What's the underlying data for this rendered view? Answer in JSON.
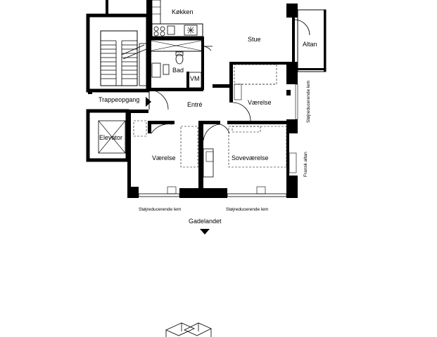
{
  "rooms": {
    "kitchen": "Køkken",
    "living": "Stue",
    "balcony": "Altan",
    "bath": "Bad",
    "washer": "VM",
    "stairs": "Trappeopgang",
    "entry": "Entré",
    "room_right": "Værelse",
    "elevator": "Elevator",
    "room_left": "Værelse",
    "bedroom": "Soveværelse"
  },
  "annotations": {
    "noise_left": "Støjreducerende lem",
    "noise_right": "Støjreducerende lem",
    "noise_vertical": "Støjreducerende lem",
    "french_balcony": "Fransk altan",
    "street": "Gadelandet"
  },
  "colors": {
    "wall": "#000000",
    "line": "#000000",
    "background": "#ffffff"
  }
}
